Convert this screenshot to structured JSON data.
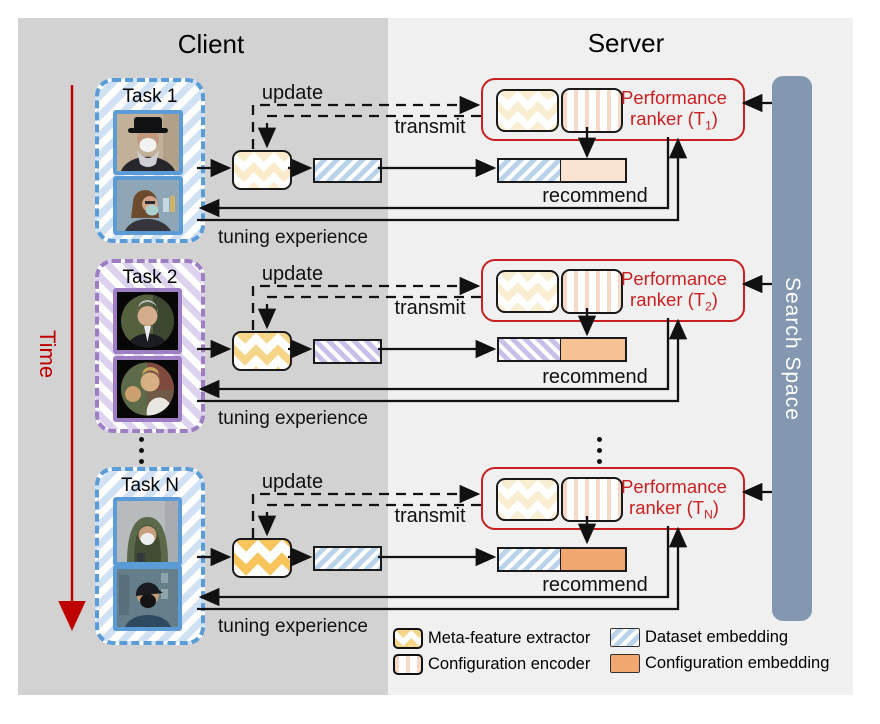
{
  "header": {
    "client": "Client",
    "server": "Server"
  },
  "axis": {
    "time": "Time"
  },
  "search_space": {
    "label": "Search Space"
  },
  "flow": {
    "update": "update",
    "transmit": "transmit",
    "recommend": "recommend",
    "tuning_experience": "tuning experience"
  },
  "rows": [
    {
      "task": "Task 1",
      "ranker": {
        "line1": "Performance",
        "line2_prefix": "ranker (T",
        "subscript": "1",
        "suffix": ")"
      }
    },
    {
      "task": "Task 2",
      "ranker": {
        "line1": "Performance",
        "line2_prefix": "ranker (T",
        "subscript": "2",
        "suffix": ")"
      }
    },
    {
      "task": "Task N",
      "ranker": {
        "line1": "Performance",
        "line2_prefix": "ranker (T",
        "subscript": "N",
        "suffix": ")"
      }
    }
  ],
  "legend": {
    "items": [
      {
        "label": "Meta-feature extractor",
        "swatch": "meta-feature-diamond-pattern"
      },
      {
        "label": "Dataset embedding",
        "swatch": "blue-diagonal-stripes"
      },
      {
        "label": "Configuration encoder",
        "swatch": "orange-vertical-stripes"
      },
      {
        "label": "Configuration embedding",
        "swatch": "solid-orange"
      }
    ]
  },
  "colors": {
    "client_bg": "#d2d2d2",
    "server_bg": "#f0f0f1",
    "task_blue": "#5b9cd6",
    "task_blue_stripe": "#cfe1f3",
    "embed_blue_stripe": "#b9d3ea",
    "task_purple": "#9d7ec2",
    "task_purple_stripe": "#dcd2ee",
    "embed_purple_stripe": "#c9bfe8",
    "ranker_red": "#c92121",
    "time_red": "#c00000",
    "search_bar": "#8497b0",
    "meta_yellow_1": "#faecca",
    "meta_yellow_2": "#f6d488",
    "meta_yellow_n": "#f7c55c",
    "meta_yellow_ranker": "#faeed2",
    "encoder_stripe": "#f6d9c8",
    "config_embed_1": "#fbe3d2",
    "config_embed_2": "#f5c195",
    "config_embed_n": "#f0a870"
  }
}
